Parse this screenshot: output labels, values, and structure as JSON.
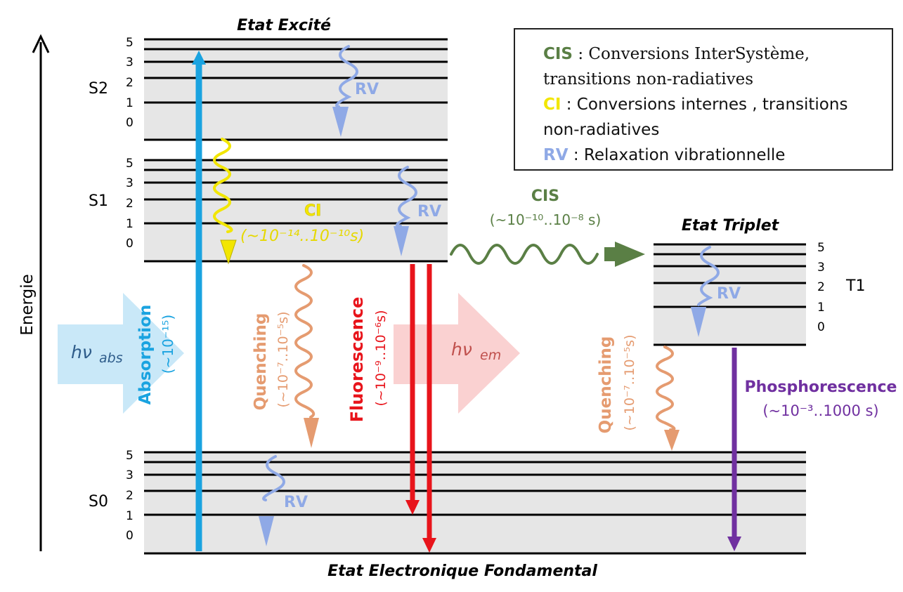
{
  "titles": {
    "excited": "Etat Excité",
    "triplet": "Etat Triplet",
    "ground": "Etat Electronique Fondamental",
    "energy_axis": "Energie"
  },
  "states": {
    "S2": "S2",
    "S1": "S1",
    "S0": "S0",
    "T1": "T1"
  },
  "vib_levels": [
    "0",
    "1",
    "2",
    "3",
    "5"
  ],
  "legend": {
    "cis_tag": "CIS",
    "cis_text_1": " : Conversions InterSystème,",
    "cis_text_2": "transitions non-radiatives",
    "ci_tag": "CI",
    "ci_text_1": " : Conversions internes , transitions",
    "ci_text_2": "non-radiatives",
    "rv_tag": "RV",
    "rv_text": " : Relaxation vibrationnelle"
  },
  "labels": {
    "rv": "RV",
    "ci": "CI",
    "ci_time": "(~10⁻¹⁴‥10⁻¹⁰s)",
    "cis": "CIS",
    "cis_time": "(~10⁻¹⁰‥10⁻⁸ s)",
    "absorption": "Absorption",
    "absorption_time": "(~10⁻¹⁵)",
    "quenching": "Quenching",
    "quenching_time": "(~10⁻⁷‥10⁻⁵s)",
    "fluorescence": "Fluorescence",
    "fluorescence_time": "(~10⁻⁹‥10⁻⁶s)",
    "phosphorescence": "Phosphorescence",
    "phosphorescence_time": "(~10⁻³‥1000 s)",
    "hv_abs": "hν",
    "hv_abs_sub": "abs",
    "hv_em": "hν",
    "hv_em_sub": "em"
  },
  "colors": {
    "absorption": "#1AA3E0",
    "fluorescence": "#E8141B",
    "phosphorescence": "#7030A0",
    "quenching": "#E59B70",
    "rv": "#8FA9E6",
    "ci": "#F2E600",
    "cis": "#5A7F45",
    "band_fill": "#E6E6E6"
  }
}
